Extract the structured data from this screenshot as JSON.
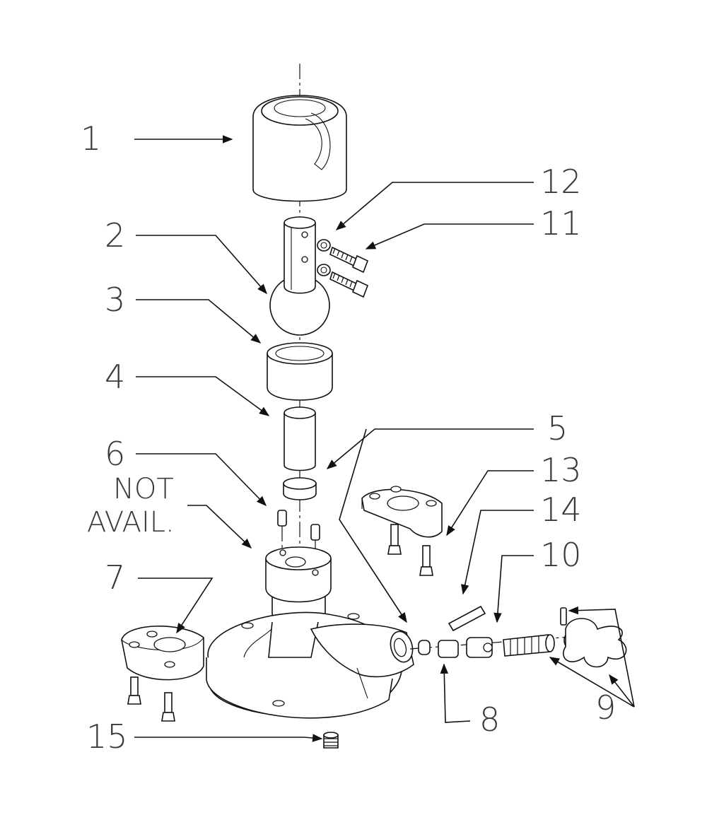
{
  "diagram": {
    "callouts": [
      {
        "id": "1",
        "text": "1"
      },
      {
        "id": "2",
        "text": "2"
      },
      {
        "id": "3",
        "text": "3"
      },
      {
        "id": "4",
        "text": "4"
      },
      {
        "id": "5",
        "text": "5"
      },
      {
        "id": "6",
        "text": "6"
      },
      {
        "id": "7",
        "text": "7"
      },
      {
        "id": "8",
        "text": "8"
      },
      {
        "id": "9",
        "text": "9"
      },
      {
        "id": "10",
        "text": "10"
      },
      {
        "id": "11",
        "text": "11"
      },
      {
        "id": "12",
        "text": "12"
      },
      {
        "id": "13",
        "text": "13"
      },
      {
        "id": "14",
        "text": "14"
      },
      {
        "id": "15",
        "text": "15"
      }
    ],
    "note_line1": "NOT",
    "note_line2": "AVAIL."
  }
}
